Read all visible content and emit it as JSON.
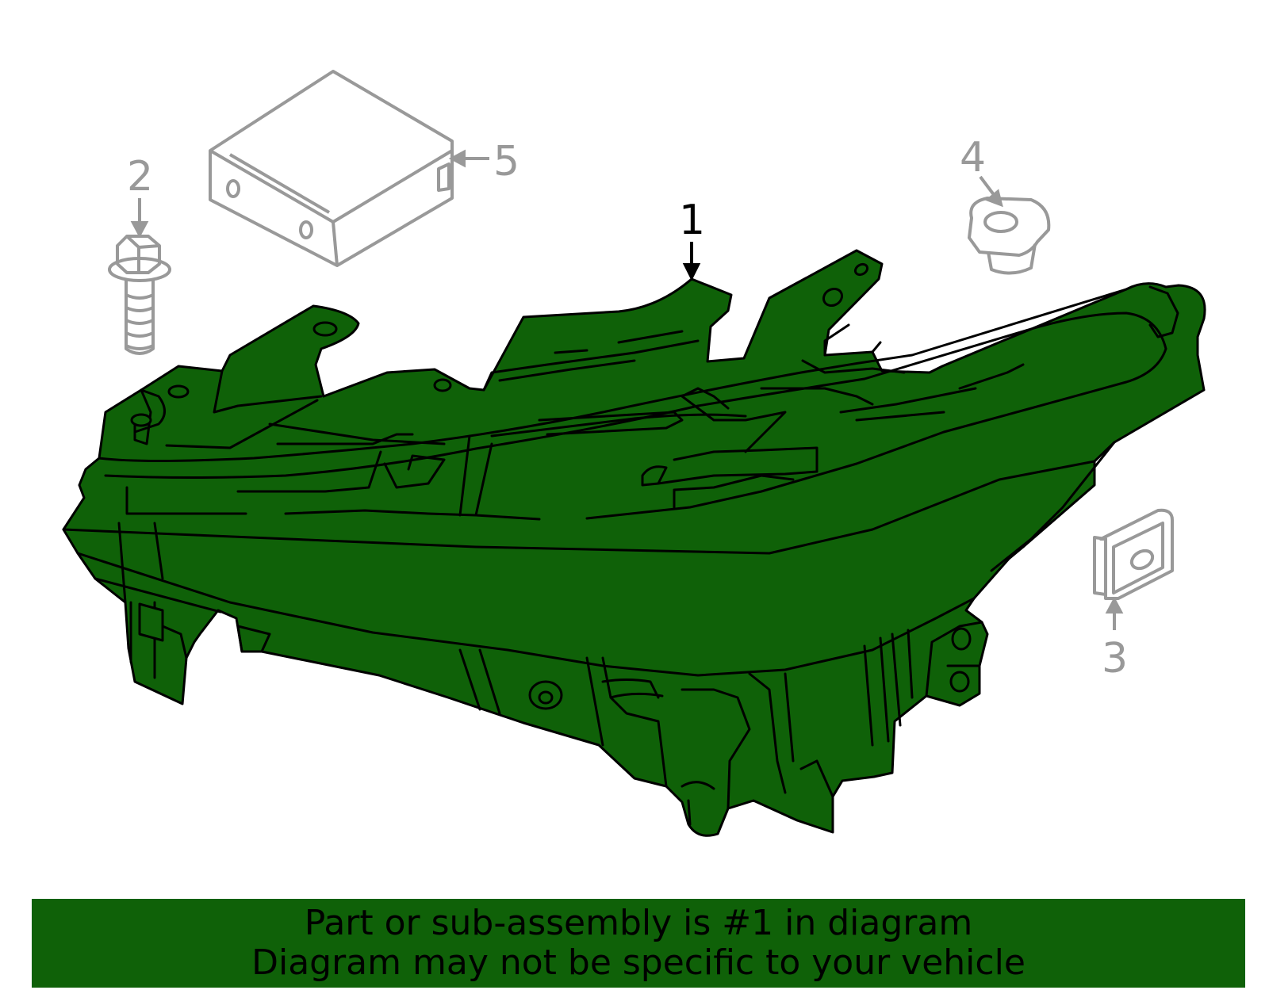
{
  "colors": {
    "background": "#ffffff",
    "highlight_part": "#0f6108",
    "part_outline": "#000000",
    "secondary_parts": "#999999",
    "banner_background": "#0f6108",
    "banner_text": "#000000"
  },
  "callouts": [
    {
      "id": "1",
      "label": "1",
      "highlighted": true
    },
    {
      "id": "2",
      "label": "2",
      "highlighted": false
    },
    {
      "id": "3",
      "label": "3",
      "highlighted": false
    },
    {
      "id": "4",
      "label": "4",
      "highlighted": false
    },
    {
      "id": "5",
      "label": "5",
      "highlighted": false
    }
  ],
  "parts": [
    {
      "callout": "1",
      "icon": "headlamp-assembly-icon"
    },
    {
      "callout": "2",
      "icon": "flange-bolt-icon"
    },
    {
      "callout": "3",
      "icon": "clip-nut-icon"
    },
    {
      "callout": "4",
      "icon": "grommet-icon"
    },
    {
      "callout": "5",
      "icon": "control-module-icon"
    }
  ],
  "banner": {
    "line1": "Part or sub-assembly is #1 in diagram",
    "line2": "Diagram may not be specific to your vehicle"
  }
}
